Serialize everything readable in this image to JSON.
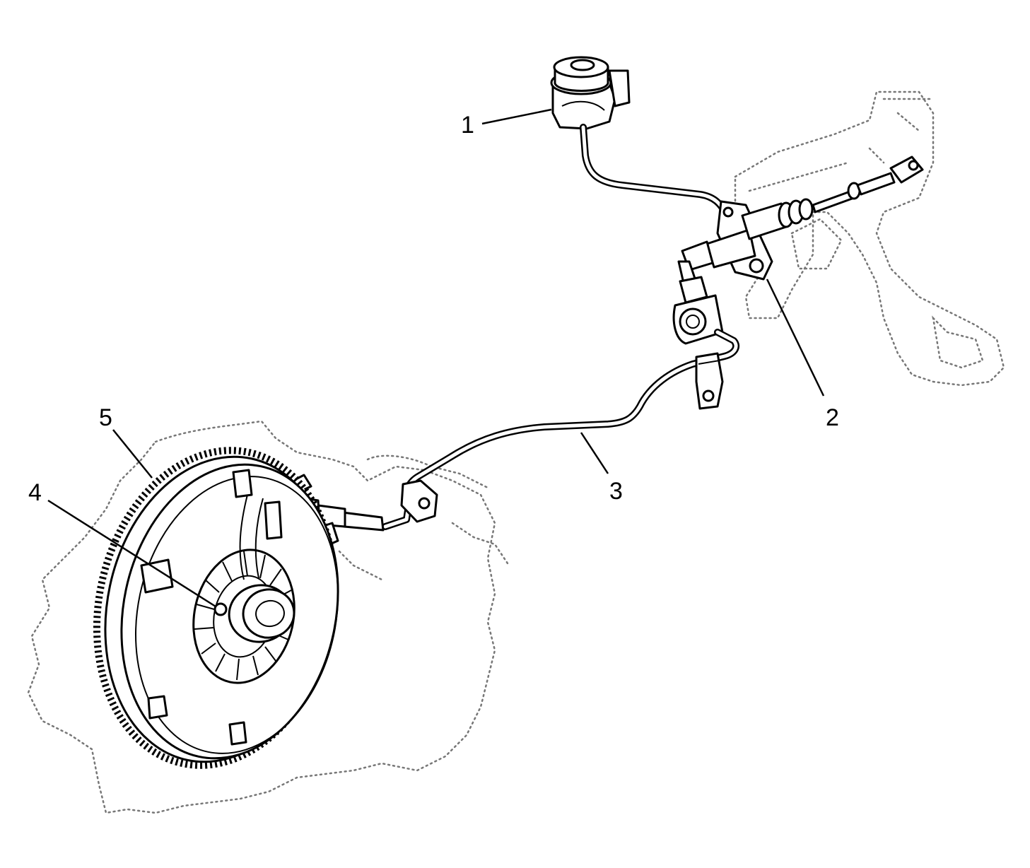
{
  "callouts": [
    {
      "id": "1",
      "label": "1"
    },
    {
      "id": "2",
      "label": "2"
    },
    {
      "id": "3",
      "label": "3"
    },
    {
      "id": "4",
      "label": "4"
    },
    {
      "id": "5",
      "label": "5"
    }
  ],
  "colors": {
    "line": "#000000",
    "ghost_outline": "#777777",
    "background": "#ffffff"
  }
}
